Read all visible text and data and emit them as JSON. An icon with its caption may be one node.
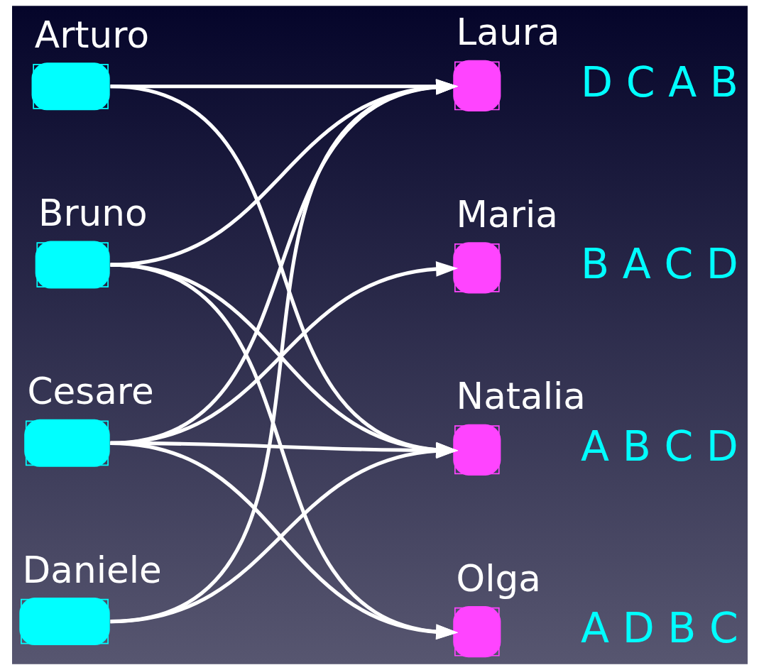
{
  "diagram": {
    "nodes": [
      {
        "text": [
          "Arturo"
        ]
      },
      {
        "text": [
          "Bruno"
        ]
      },
      {
        "text": [
          "Cesare"
        ]
      },
      {
        "text": [
          "Daniele"
        ]
      },
      {
        "text": [
          "Laura"
        ],
        "beside": [
          "D C A B"
        ]
      },
      {
        "text": [
          "Maria"
        ],
        "beside": [
          "B A C D"
        ]
      },
      {
        "text": [
          "Natalia"
        ],
        "beside": [
          "A B C D"
        ]
      },
      {
        "text": [
          "Olga"
        ],
        "beside": [
          "A D B C"
        ]
      }
    ],
    "edges": [
      {
        "from": 0,
        "to": 4,
        "arrow": "to"
      },
      {
        "from": 0,
        "to": 6,
        "arrow": "to"
      },
      {
        "from": 1,
        "to": 4,
        "arrow": "to"
      },
      {
        "from": 1,
        "to": 6,
        "arrow": "to"
      },
      {
        "from": 1,
        "to": 7,
        "arrow": "to"
      },
      {
        "from": 2,
        "to": 4,
        "arrow": "to"
      },
      {
        "from": 2,
        "to": 5,
        "arrow": "to"
      },
      {
        "from": 2,
        "to": 6,
        "arrow": "to"
      },
      {
        "from": 2,
        "to": 7,
        "arrow": "to"
      },
      {
        "from": 3,
        "to": 4,
        "arrow": "to"
      },
      {
        "from": 3,
        "to": 6,
        "arrow": "to"
      }
    ]
  }
}
